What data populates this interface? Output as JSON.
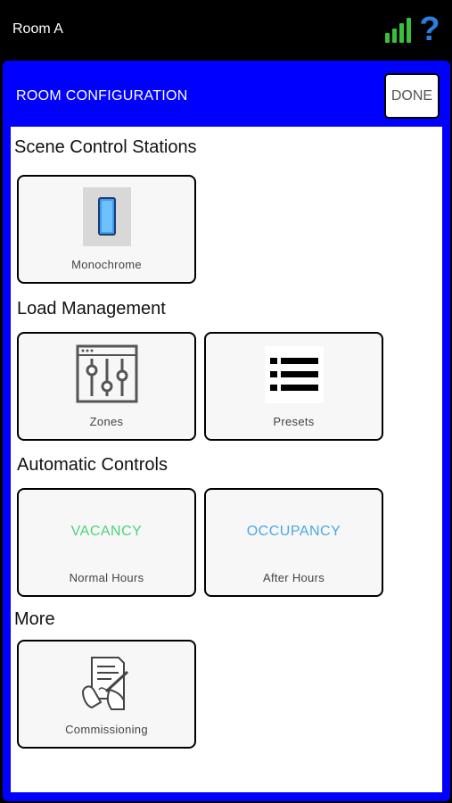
{
  "statusbar": {
    "room_name": "Room A",
    "help_glyph": "?",
    "signal_color": "#35c13a",
    "help_color": "#2b7de0"
  },
  "modal": {
    "title": "ROOM CONFIGURATION",
    "done_label": "DONE",
    "accent_color": "#0000ff"
  },
  "sections": {
    "scene": {
      "title": "Scene Control Stations",
      "tiles": [
        {
          "label": "Monochrome",
          "icon": "wall-switch-icon"
        }
      ]
    },
    "load": {
      "title": "Load Management",
      "tiles": [
        {
          "label": "Zones",
          "icon": "sliders-icon"
        },
        {
          "label": "Presets",
          "icon": "list-icon"
        }
      ]
    },
    "automatic": {
      "title": "Automatic Controls",
      "tiles": [
        {
          "label": "Normal Hours",
          "art_text": "VACANCY",
          "color": "#4cd37a"
        },
        {
          "label": "After Hours",
          "art_text": "OCCUPANCY",
          "color": "#4aa8e6"
        }
      ]
    },
    "more": {
      "title": "More",
      "tiles": [
        {
          "label": "Commissioning",
          "icon": "signing-document-icon"
        }
      ]
    }
  }
}
